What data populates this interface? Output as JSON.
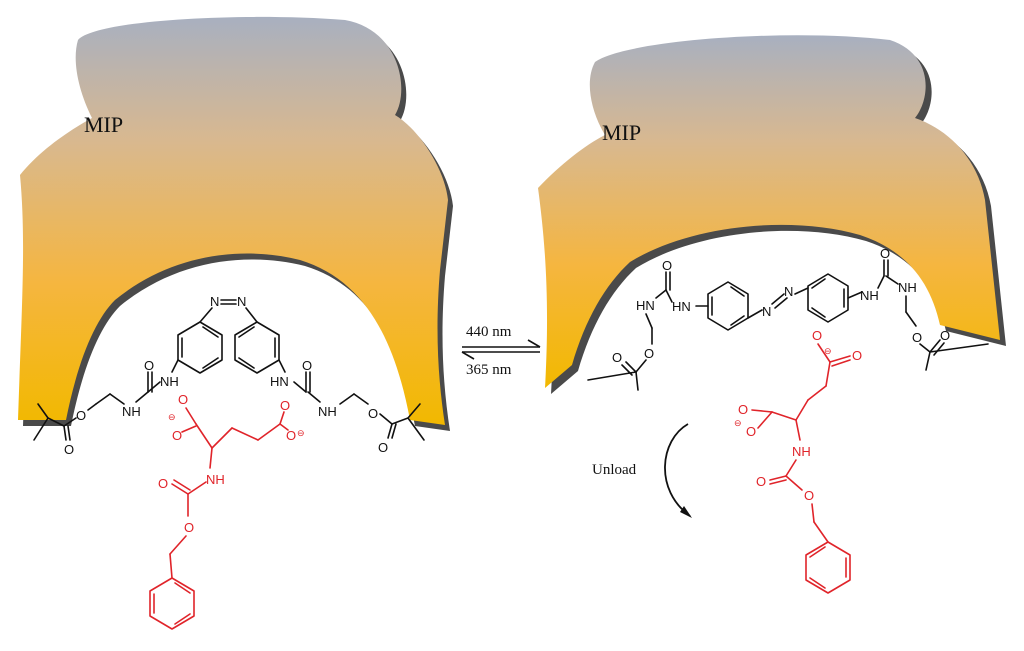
{
  "labels": {
    "mip_left": "MIP",
    "mip_right": "MIP",
    "forward_wavelength": "440 nm",
    "reverse_wavelength": "365 nm",
    "unload": "Unload"
  },
  "atoms": {
    "oxygen": "O",
    "nitrogen": "N",
    "amine": "NH",
    "amine_reversed": "HN",
    "charge": "⊖"
  },
  "colors": {
    "polymer_top": "#a8b0c0",
    "polymer_bottom": "#f2b800",
    "shadow": "#4a4a4a",
    "structure_black": "#111111",
    "template_red": "#e0242a"
  }
}
